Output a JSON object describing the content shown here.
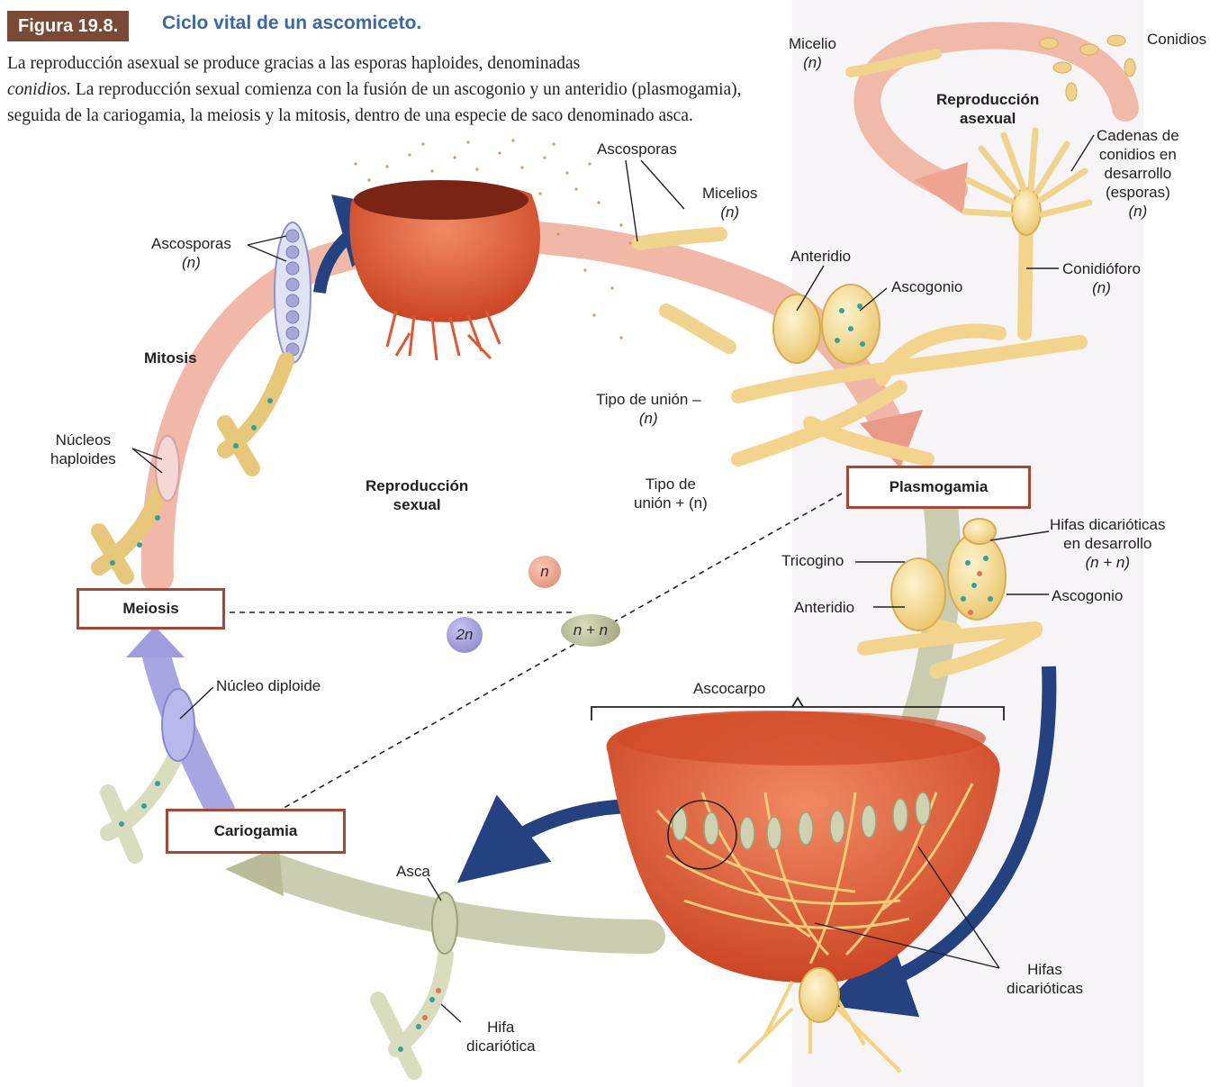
{
  "figure": {
    "badge": "Figura 19.8.",
    "title": "Ciclo vital de un ascomiceto.",
    "caption_1": "La reproducción asexual se produce gracias a las esporas haploides, denominadas",
    "caption_2_italic": "conidios.",
    "caption_3": " La reproducción sexual comienza con la fusión de un ascogonio y un anteridio (plasmogamia), seguida de la cariogamia, la meiosis y la mitosis, dentro de una especie de saco denominado asca."
  },
  "labels": {
    "micelio": "Micelio",
    "micelio_n": "(n)",
    "conidios": "Conidios",
    "repro_asexual_1": "Reproducción",
    "repro_asexual_2": "asexual",
    "cadenas_1": "Cadenas de",
    "cadenas_2": "conidios en",
    "cadenas_3": "desarrollo",
    "cadenas_4": "(esporas)",
    "cadenas_n": "(n)",
    "conidioforo": "Conidióforo",
    "conidioforo_n": "(n)",
    "ascosporas_top": "Ascosporas",
    "micelios": "Micelios",
    "micelios_n": "(n)",
    "anteridio_top": "Anteridio",
    "ascogonio_top": "Ascogonio",
    "ascosporas_left": "Ascosporas",
    "ascosporas_left_n": "(n)",
    "mitosis": "Mitosis",
    "nucleos_1": "Núcleos",
    "nucleos_2": "haploides",
    "tipo_union_minus": "Tipo de unión –",
    "tipo_union_minus_n": "(n)",
    "tipo_union_plus_1": "Tipo de",
    "tipo_union_plus_2": "unión + (n)",
    "repro_sexual_1": "Reproducción",
    "repro_sexual_2": "sexual",
    "hifas_dicarioticas_1": "Hifas dicarióticas",
    "hifas_dicarioticas_2": "en desarrollo",
    "hifas_dicarioticas_n": "(n + n)",
    "tricogino": "Tricogino",
    "anteridio_right": "Anteridio",
    "ascogonio_right": "Ascogonio",
    "nucleo_diploide": "Núcleo diploide",
    "ascocarpo": "Ascocarpo",
    "asca": "Asca",
    "hifa_dicariotica_1": "Hifa",
    "hifa_dicariotica_2": "dicariótica",
    "hifas_bottom_1": "Hifas",
    "hifas_bottom_2": "dicarióticas"
  },
  "stages": {
    "plasmogamia": "Plasmogamia",
    "meiosis": "Meiosis",
    "cariogamia": "Cariogamia"
  },
  "legend_chips": {
    "n": "n",
    "two_n": "2n",
    "n_plus_n": "n + n"
  },
  "colors": {
    "haploid": "#e99a86",
    "diploid": "#8f8fcf",
    "dikaryotic": "#a9ad88",
    "stage_border": "#a84634",
    "process_arrow": "#23427f",
    "hypha": "#f4d27e",
    "ascocarp": "#e05b3a"
  }
}
